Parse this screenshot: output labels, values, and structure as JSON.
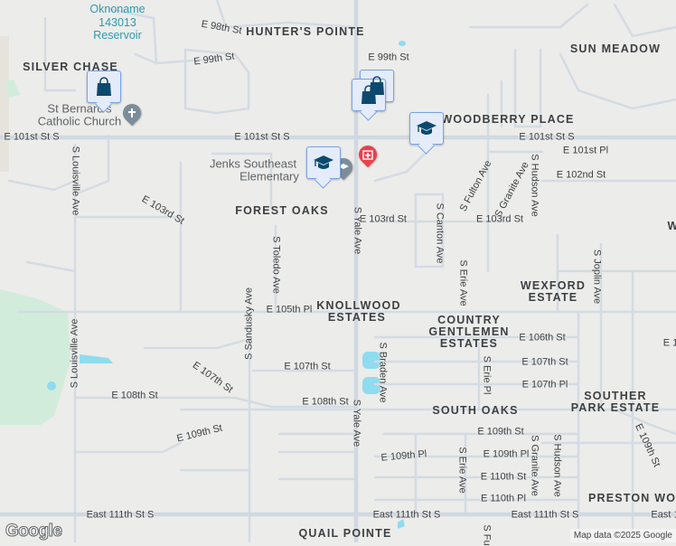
{
  "map": {
    "colors": {
      "background": "#ececea",
      "road": "#d3dbe4",
      "park": "#d2ecdc",
      "water": "#8fdbef",
      "marker_fill": "#e4ecfb",
      "marker_icon": "#0b4a6e",
      "hospital": "#e8424c",
      "church": "#7c8c99"
    },
    "labels": [
      "Oknoname",
      "143013",
      "Reservoir",
      "HUNTER'S POINTE",
      "SILVER CHASE",
      "SUN MEADOW",
      "WOODBERRY PLACE",
      "FOREST OAKS",
      "KNOLLWOOD",
      "ESTATES",
      "WEXFORD",
      "ESTATE",
      "COUNTRY",
      "GENTLEMEN",
      "ESTATES",
      "SOUTH OAKS",
      "SOUTHER",
      "PARK ESTATE",
      "PRESTON WOO",
      "QUAIL POINTE",
      "W",
      "St Bernard's",
      "Catholic Church",
      "Jenks Southeast",
      "Elementary",
      "E 98th St",
      "E 99th St",
      "E 99th St",
      "E 101st St S",
      "E 101st St S",
      "E 101st St S",
      "E 101st Pl",
      "E 102nd St",
      "S Fulton Ave",
      "S Granite Ave",
      "S Hudson Ave",
      "E 103rd St",
      "E 103rd St",
      "E 103rd St",
      "S Yale Ave",
      "S Yale Ave",
      "S Canton Ave",
      "S Louisville Ave",
      "S Louisville Ave",
      "S Toledo Ave",
      "S Sandusky Ave",
      "E 105th Pl",
      "S Erie Ave",
      "S Joplin Ave",
      "E 106th St",
      "S Braden Ave",
      "E 107th St",
      "E 107th St",
      "E 107th Pl",
      "S Erie Pl",
      "E 107th St",
      "E 108th St",
      "E 108th St",
      "E 109th St",
      "E 109th St",
      "E 109th St",
      "E 109th Pl",
      "E 109th Pl",
      "S Erie Ave",
      "S Granite Ave",
      "S Hudson Ave",
      "E 110th St",
      "E 110th Pl",
      "East 111th St S",
      "East 111th St S",
      "East 111th St S",
      "East 1",
      "E 1",
      "S Fu"
    ],
    "markers": [
      {
        "type": "shopping",
        "icon": "shopping-bag-icon"
      },
      {
        "type": "shopping",
        "icon": "shopping-bag-icon"
      },
      {
        "type": "shopping",
        "icon": "shopping-bag-icon"
      },
      {
        "type": "school",
        "icon": "graduation-cap-icon"
      },
      {
        "type": "school",
        "icon": "graduation-cap-icon"
      }
    ],
    "logo": "Google",
    "attribution": "Map data ©2025 Google"
  }
}
